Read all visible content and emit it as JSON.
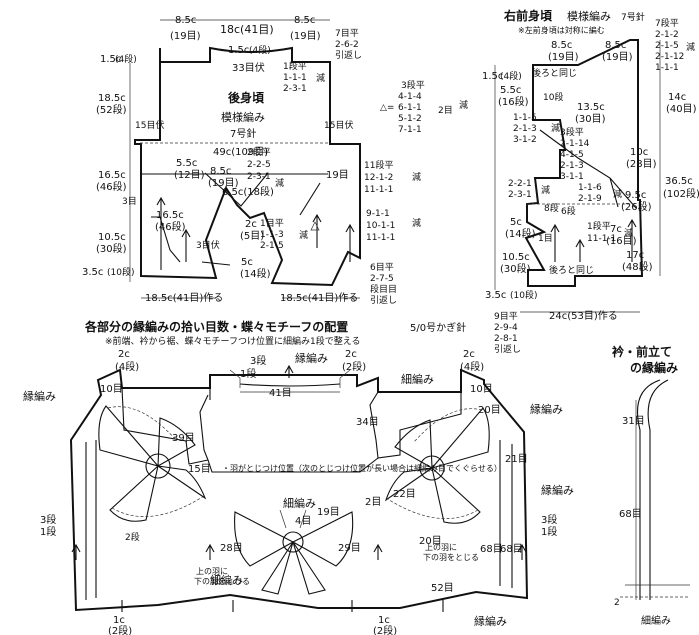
{
  "back": {
    "title": "後身頃",
    "pattern": "模様編み",
    "needle": "7号針",
    "w_shoulder": "8.5c",
    "w_shoulder_r": "(19目)",
    "w_neck": "18c(41目)",
    "w_shoulder2": "8.5c",
    "w_shoulder2_r": "(19目)",
    "neck_depth": "1.5c",
    "neck_depth_r": "(4段)",
    "neck_rows": "33目伏",
    "neck_dec1": "7目平",
    "neck_dec2": "2-6-2",
    "neck_dec3": "引返し",
    "neck_sub1": "1段平",
    "neck_sub2": "1-1-1",
    "neck_sub3": "2-3-1",
    "neck_sub4": "減",
    "sh_top": "1.5c",
    "sh_top_r": "(4段)",
    "armhole_h": "18.5c",
    "armhole_h_r": "(52段)",
    "armhole_bind": "15目伏",
    "armhole_bind_r": "15目伏",
    "width": "49c(109目)",
    "side_h": "16.5c",
    "side_h_r": "(46段)",
    "rows3": "3目",
    "bot_h": "10.5c",
    "bot_h_r": "(30段)",
    "hem_h": "3.5c",
    "hem_h_r": "(10段)",
    "c1": "5.5c",
    "c1_r": "(12目)",
    "c2": "8.5c",
    "c2_r": "(19目)",
    "c3": "6.5c(18段)",
    "c4": "2c",
    "c4_r": "(5目)",
    "c5": "16.5c",
    "c5_r": "(46段)",
    "c6": "5c",
    "c6_r": "(14段)",
    "c7": "1目平",
    "c8": "1-1-3",
    "c9": "2-1-5",
    "c10": "減",
    "c11": "3目伏",
    "c12": "19目",
    "m1": "2段平",
    "m2": "2-2-5",
    "m3": "2-3-1",
    "m4": "減",
    "r1": "11段平",
    "r2": "12-1-2",
    "r3": "11-1-1",
    "r4": "減",
    "r5": "9-1-1",
    "r6": "10-1-1",
    "r7": "11-1-1",
    "r8": "減",
    "r9": "6目平",
    "r10": "2-7-5",
    "r11": "段目目",
    "r12": "引返し",
    "tri1": "3段平",
    "tri2": "4-1-4",
    "tri3": "6-1-1",
    "tri4": "5-1-2",
    "tri5": "7-1-1",
    "tri6": "2目",
    "tri7": "減",
    "b1": "18.5c(41目)作る",
    "b2": "18.5c(41目)作る",
    "tri_sym": "△="
  },
  "front": {
    "title": "右前身頃",
    "pattern": "模様編み",
    "needle": "7号針",
    "note": "※左前身頃は対称に編む",
    "w1": "8.5c",
    "w1_r": "(19目)",
    "w2": "8.5c",
    "w2_r": "(19目)",
    "same_back": "後ろと同じ",
    "top_r1": "7段平",
    "top_r2": "2-1-2",
    "top_r3": "2-1-5",
    "top_r4": "2-1-12",
    "top_r5": "1-1-1",
    "top_r6": "減",
    "sh": "1.5c",
    "sh_r": "(4段)",
    "arm": "5.5c",
    "arm_r": "(16段)",
    "row10": "10段",
    "c1": "13.5c",
    "c1_r": "(30目)",
    "dec1": "1-1-5",
    "dec2": "2-1-3",
    "dec3": "3-1-2",
    "dec4": "減",
    "dec5": "3段平",
    "dec6": "2-1-14",
    "dec7": "4-1-5",
    "dec8": "2-1-3",
    "dec9": "3-1-1",
    "c2": "10c",
    "c2_r": "(28目)",
    "h1": "14c",
    "h1_r": "(40目)",
    "s1": "1-1-6",
    "s2": "2-1-9",
    "s3": "減",
    "c3": "9.5c",
    "c3_r": "(26段)",
    "l1": "2-2-1",
    "l2": "2-3-1",
    "l3": "減",
    "e1": "8段",
    "e2": "6段",
    "e3": "1段平",
    "e4": "11-1-1",
    "e5": "減",
    "e6": "5c",
    "e7": "(14段)",
    "e8": "1目",
    "e9": "7c",
    "e10": "(16目)",
    "h2": "36.5c",
    "h2_r": "(102段)",
    "f1": "10.5c",
    "f1_r": "(30段)",
    "f2": "3.5c",
    "f2_r": "(10段)",
    "same_back2": "後ろと同じ",
    "f3": "17c",
    "f3_r": "(48段)",
    "bottom": "24c(53目)作る",
    "b1": "9目平",
    "b2": "2-9-4",
    "b3": "2-8-1",
    "b4": "引返し"
  },
  "edge": {
    "title": "各部分の縁編みの拾い目数・蝶々モチーフの配置",
    "hook": "5/0号かぎ針",
    "note": "※前端、衿から裾、蝶々モチーフつけ位置に細編み1段で整える",
    "l3": "3段",
    "l1": "1段",
    "l2c": "2c",
    "l2c_r": "(2段)",
    "l_top": "2c",
    "l_top_r": "(4段)",
    "edge_knit": "縁編み",
    "n10": "10目",
    "n39": "39目",
    "n15": "15目",
    "n3": "3段",
    "n1": "1段",
    "n41": "41目",
    "n34": "34目",
    "n4": "4目",
    "n19": "19目",
    "n29": "29目",
    "n28": "28目",
    "n52": "52目",
    "n2": "2目",
    "n1_2c": "1c",
    "n1_2c_r": "(2段)",
    "fine": "細編み",
    "fine2": "細編み",
    "fine3": "細編み",
    "note2": "・羽がとじつけ位置（次のとじつけ位置が長い場合は細編み目でくぐらせる）",
    "wing": "上の羽に",
    "wing2": "下の羽をとじる",
    "wing3": "上の羽に",
    "wing4": "下の羽をとじる",
    "edge2": "縁編み",
    "edge3": "縁編み",
    "edge4": "縁編み",
    "r1c": "1c",
    "r1c_r": "(2段)",
    "r2c": "2c",
    "r2c_r": "(4段)",
    "n10b": "10目",
    "n20": "20目",
    "n21": "21目",
    "n22": "22目",
    "n68": "68目",
    "n20b": "20目",
    "n68b": "68目",
    "n3b": "3段",
    "n1b": "1段",
    "c1c": "1c",
    "c1c_r": "(2段)",
    "n2段": "2段",
    "edge5": "縁編み"
  },
  "collar": {
    "title": "衿・前立て",
    "title2": "の縁編み",
    "n31": "31目",
    "n68": "68目",
    "fine": "細編み",
    "n2": "2"
  }
}
